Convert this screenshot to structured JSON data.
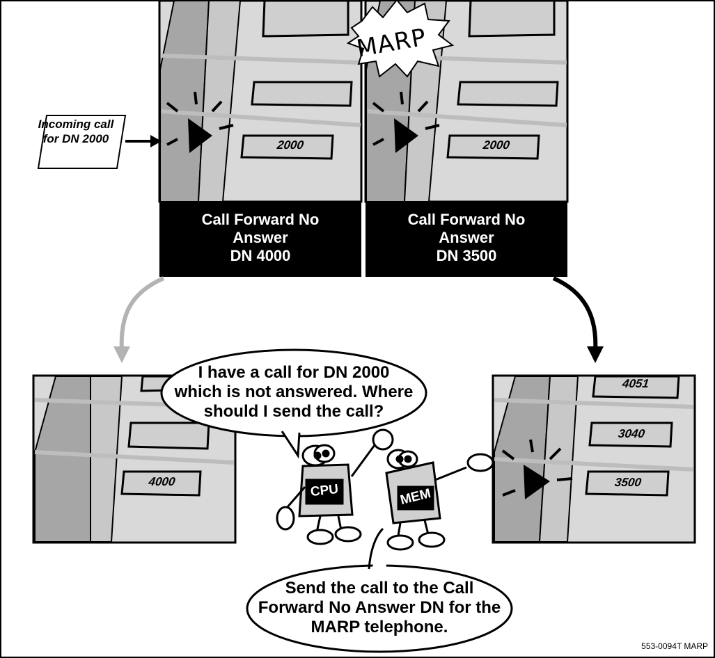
{
  "incoming_label": "Incoming call for DN 2000",
  "marp_label": "MARP",
  "left_phone": {
    "key_label": "2000",
    "caption_line1": "Call Forward No",
    "caption_line2": "Answer",
    "caption_line3": "DN 4000"
  },
  "right_phone": {
    "key_label": "2000",
    "caption_line1": "Call Forward No",
    "caption_line2": "Answer",
    "caption_line3": "DN 3500"
  },
  "lower_left_phone": {
    "key_label": "4000"
  },
  "lower_right_phone": {
    "key_labels": [
      "4051",
      "3040",
      "3500"
    ]
  },
  "cpu_bubble": {
    "line1": "I have a call for DN 2000",
    "line2": "which is not answered. Where",
    "line3": "should I send the call?"
  },
  "mem_bubble": {
    "line1": "Send the call to the Call",
    "line2": "Forward No Answer DN for the",
    "line3": "MARP telephone."
  },
  "cpu_label": "CPU",
  "mem_label": "MEM",
  "figure_id": "553-0094T MARP",
  "colors": {
    "panel": "#d9d9d9",
    "panel_dark": "#a6a6a6",
    "caption_bg": "#000000",
    "grey_arrow": "#b3b3b3"
  }
}
